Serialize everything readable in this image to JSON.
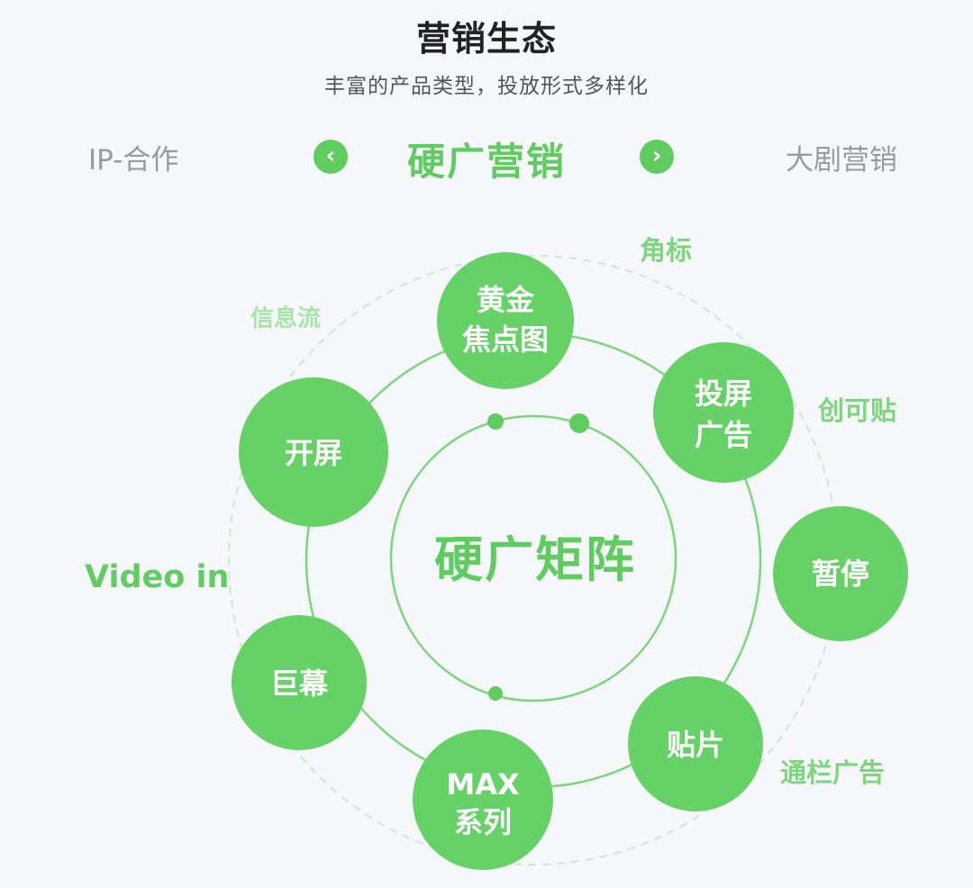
{
  "header": {
    "title": "营销生态",
    "subtitle": "丰富的产品类型，投放形式多样化"
  },
  "carousel": {
    "prev_label": "IP-合作",
    "active_label": "硬广营销",
    "next_label": "大剧营销",
    "prev_icon": "chevron-left-icon",
    "next_icon": "chevron-right-icon"
  },
  "diagram": {
    "center_label": "硬广矩阵",
    "nodes": [
      {
        "lines": [
          "黄金",
          "焦点图"
        ]
      },
      {
        "lines": [
          "投屏",
          "广告"
        ]
      },
      {
        "lines": [
          "暂停"
        ]
      },
      {
        "lines": [
          "贴片"
        ]
      },
      {
        "lines": [
          "MAX",
          "系列"
        ]
      },
      {
        "lines": [
          "巨幕"
        ]
      },
      {
        "lines": [
          "开屏"
        ]
      }
    ],
    "outer_labels": [
      "角标",
      "创可贴",
      "通栏广告",
      "Video in",
      "信息流"
    ]
  },
  "colors": {
    "accent": "#5fcc5f",
    "node_fill": "#66d166",
    "ring_stroke": "#7dd67d",
    "dashed_ring": "#c8ecc8",
    "muted_text": "#9a9a9a",
    "title_text": "#222222",
    "background": "#f5f7fa"
  }
}
